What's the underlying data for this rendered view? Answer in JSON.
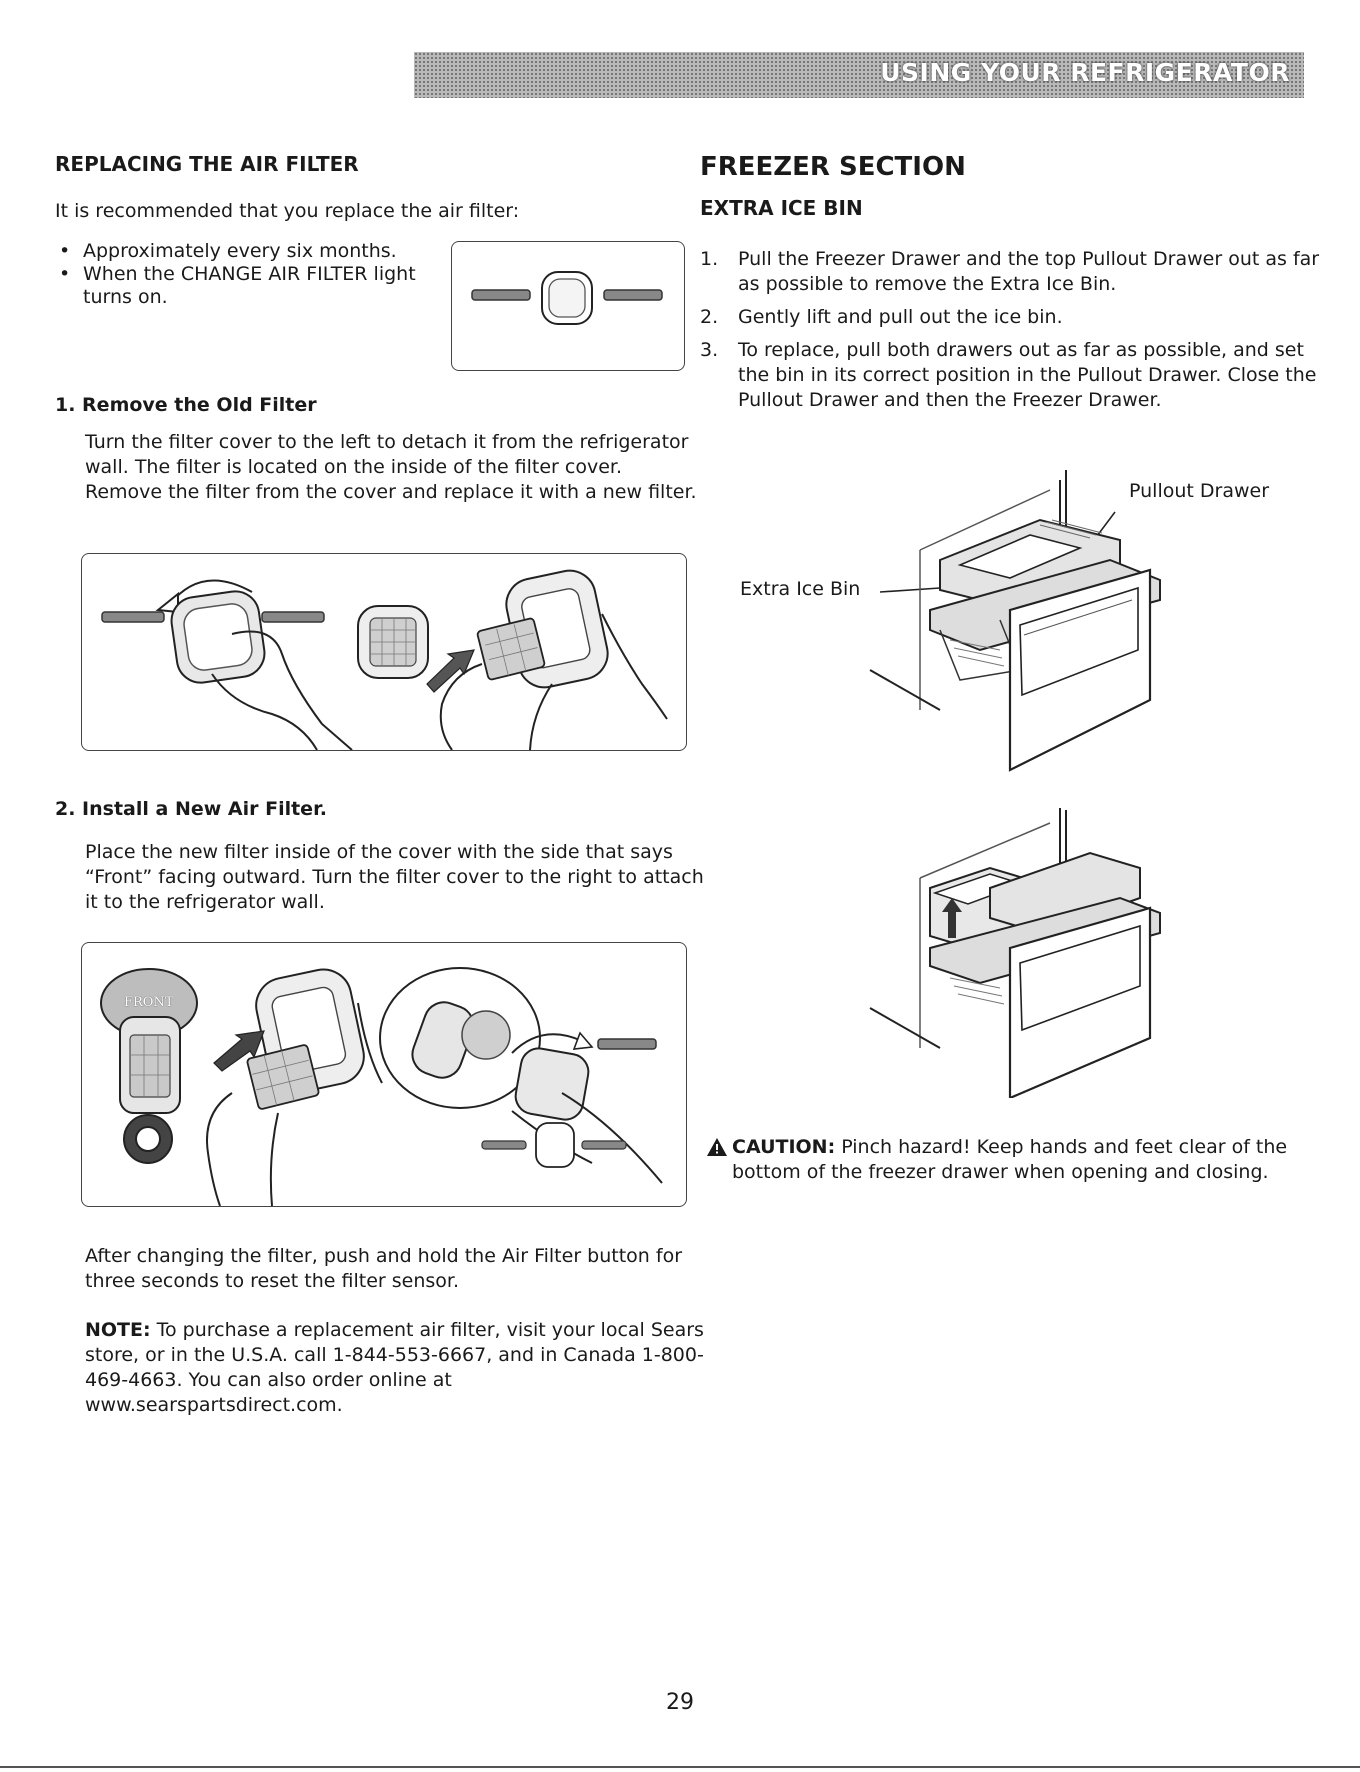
{
  "header": {
    "banner_title": "USING YOUR REFRIGERATOR"
  },
  "left": {
    "title": "REPLACING THE AIR FILTER",
    "intro": "It is recommended that you replace the air filter:",
    "bullets": [
      "Approximately every six months.",
      "When the CHANGE AIR FILTER light turns on."
    ],
    "step1": {
      "title": "1. Remove the Old Filter",
      "body": "Turn the filter cover to the left to detach it from the refrigerator wall. The filter is located on the inside of the filter cover. Remove the filter from the cover and replace it with a new filter."
    },
    "step2": {
      "title": "2. Install a New Air Filter.",
      "body": "Place the new filter inside of the cover with the side that says “Front” facing outward. Turn the filter cover to the right to attach it to the refrigerator wall."
    },
    "front_label": "FRONT",
    "after": "After changing the filter, push and hold the Air Filter button for three seconds to reset the filter sensor.",
    "note_label": "NOTE:",
    "note_body": " To purchase a replacement air filter, visit your local Sears store, or in the U.S.A. call 1-844-553-6667, and in Canada 1-800-469-4663. You can also order online at www.searspartsdirect.com."
  },
  "right": {
    "title": "FREEZER SECTION",
    "subtitle": "EXTRA ICE BIN",
    "steps": [
      {
        "num": "1.",
        "text": "Pull the Freezer Drawer and the top Pullout Drawer out as far as possible to remove the Extra Ice Bin."
      },
      {
        "num": "2.",
        "text": "Gently lift and pull out the ice bin."
      },
      {
        "num": "3.",
        "text": "To replace, pull both drawers out as far as possible, and set the bin in its correct position in the Pullout Drawer. Close the Pullout Drawer and then the Freezer Drawer."
      }
    ],
    "label_pullout": "Pullout Drawer",
    "label_icebin": "Extra Ice Bin",
    "caution_label": "CAUTION:",
    "caution_body": " Pinch hazard! Keep hands and feet clear of the bottom of the freezer drawer when opening and closing."
  },
  "footer": {
    "page_number": "29"
  }
}
